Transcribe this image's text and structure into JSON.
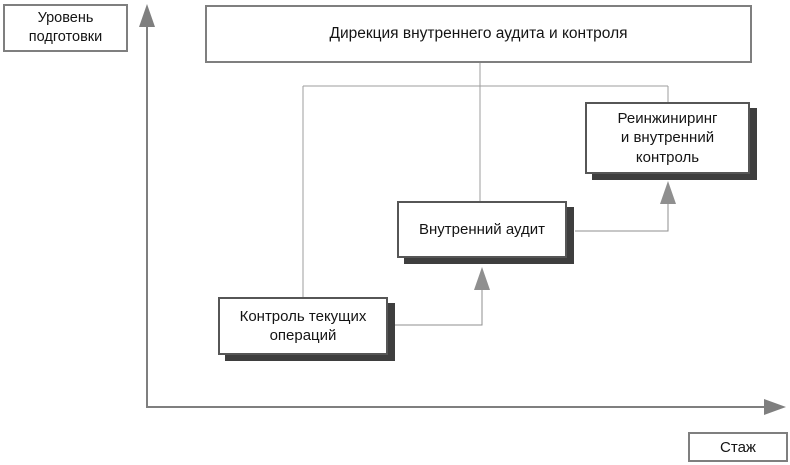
{
  "diagram": {
    "axes": {
      "y_label_lines": [
        "Уровень",
        "подготовки"
      ],
      "x_label": "Стаж"
    },
    "root": {
      "label": "Дирекция внутреннего аудита и контроля"
    },
    "steps": [
      {
        "label_lines": [
          "Контроль текущих",
          "операций"
        ]
      },
      {
        "label_lines": [
          "Внутренний аудит"
        ]
      },
      {
        "label_lines": [
          "Реинжиниринг",
          "и внутренний",
          "контроль"
        ]
      }
    ],
    "colors": {
      "plain_box_border": "#7f7f7f",
      "step_box_border": "#565656",
      "step_box_shadow": "#3e3e3e",
      "axis_line": "#7f7f7f",
      "connector_line": "#9e9e9e",
      "progress_arrow": "#8f8f8f",
      "text": "#141414"
    }
  }
}
